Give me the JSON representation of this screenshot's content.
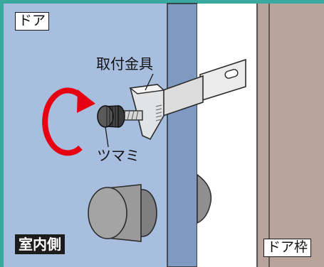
{
  "labels": {
    "door": "ドア",
    "bracket": "取付金具",
    "knob": "ツマミ",
    "indoor_side": "室内側",
    "door_frame": "ドア枠"
  },
  "colors": {
    "frame_teal": "#39a89e",
    "door_blue": "#a7bedf",
    "door_edge": "#7e99c2",
    "frame_brown": "#b9a49c",
    "metal": "#e2e3e5",
    "knob_gray": "#a4a4a4",
    "rotation_arrow_red": "#e60012"
  },
  "icons": {
    "rotation": "rotation-arrow-icon"
  }
}
